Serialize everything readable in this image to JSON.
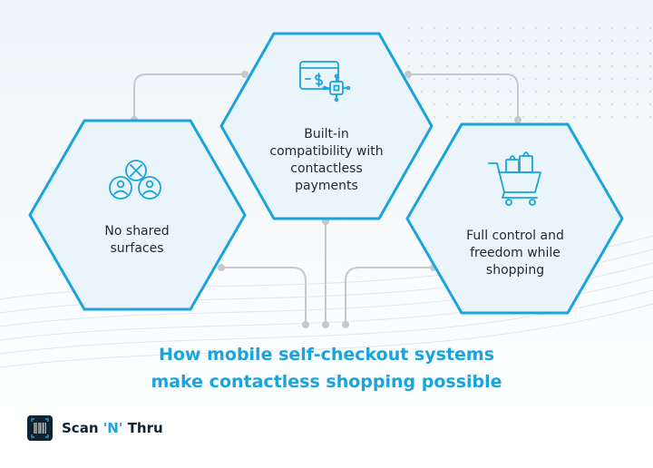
{
  "colors": {
    "accent": "#1aa3dc",
    "hex_fill": "#eaf5fb",
    "connector": "#c3c9cf",
    "brand_dark": "#10222e",
    "text": "#1f2933"
  },
  "hexagons": [
    {
      "id": "no-shared-surfaces",
      "icon": "people-no-contact-icon",
      "lines": [
        "No shared",
        "surfaces"
      ]
    },
    {
      "id": "contactless-payments",
      "icon": "digital-payment-icon",
      "lines": [
        "Built-in",
        "compatibility with",
        "contactless",
        "payments"
      ]
    },
    {
      "id": "full-control",
      "icon": "shopping-cart-icon",
      "lines": [
        "Full control and",
        "freedom while",
        "shopping"
      ]
    }
  ],
  "headline": {
    "line1": "How mobile self-checkout systems",
    "line2": "make contactless shopping possible"
  },
  "brand": {
    "icon": "barcode-scanner-icon",
    "name_part1": "Scan ",
    "name_accent": "'N'",
    "name_part2": " Thru"
  }
}
